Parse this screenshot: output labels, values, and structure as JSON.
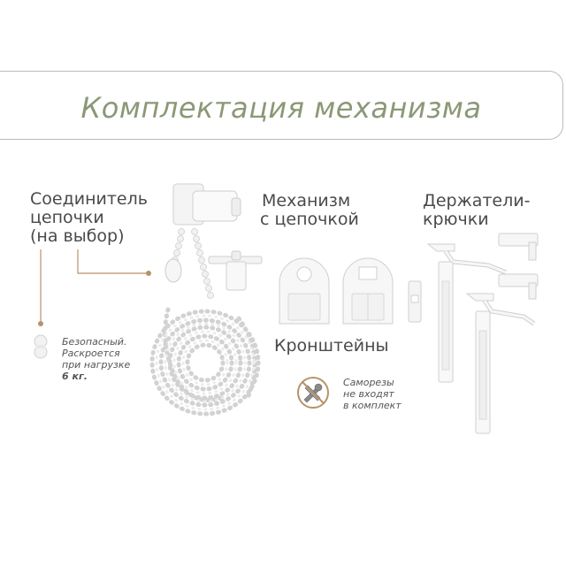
{
  "title": "Комплектация механизма",
  "connector": {
    "label_line1": "Соединитель",
    "label_line2": "цепочки",
    "label_line3": "(на выбор)",
    "note_line1": "Безопасный.",
    "note_line2": "Раскроется",
    "note_line3": "при нагрузке",
    "note_value": "6 кг."
  },
  "mechanism": {
    "label_line1": "Механизм",
    "label_line2": "с цепочкой"
  },
  "holders": {
    "label_line1": "Держатели-",
    "label_line2": "крючки"
  },
  "brackets": {
    "label": "Кронштейны"
  },
  "screws_note": {
    "line1": "Саморезы",
    "line2": "не входят",
    "line3": "в комплект"
  },
  "colors": {
    "title": "#8b9876",
    "accent_line": "#b8926a",
    "banner_border": "#bdbab0"
  }
}
